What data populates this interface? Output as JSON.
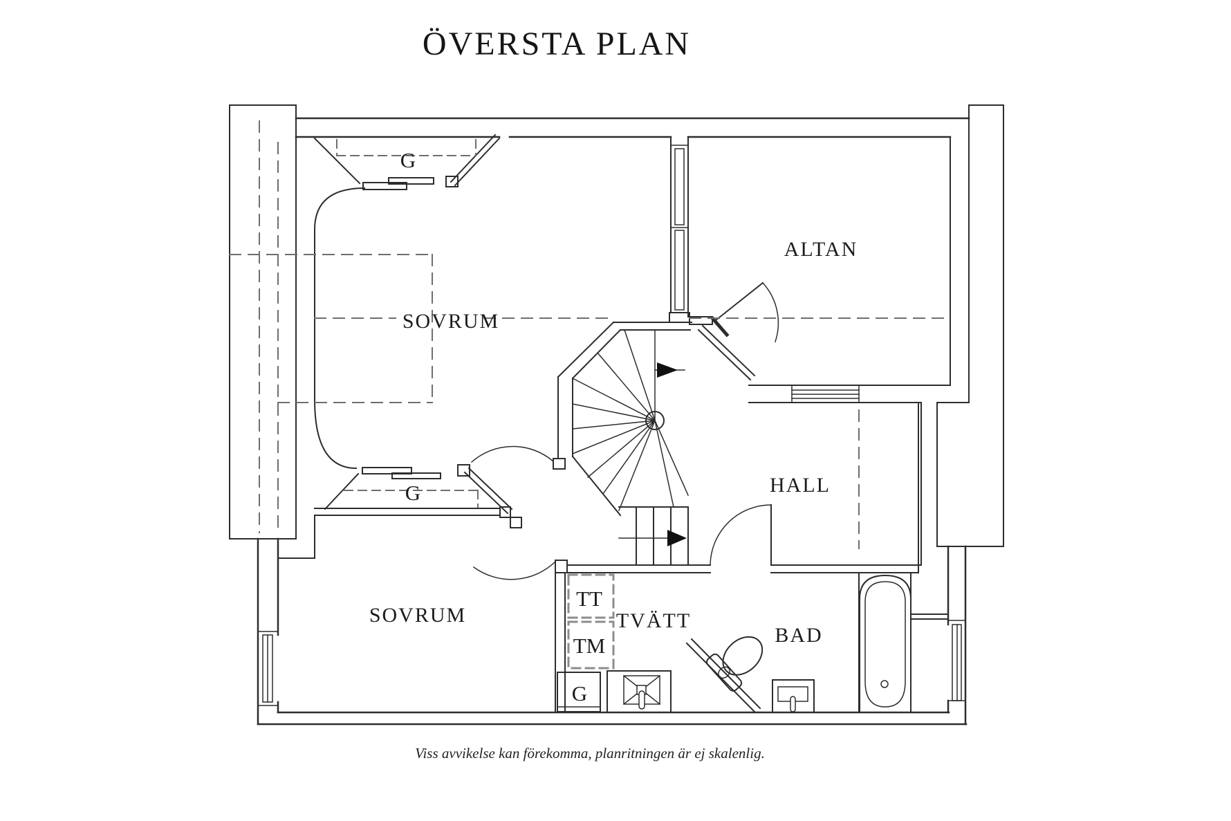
{
  "page": {
    "title": "ÖVERSTA PLAN",
    "caption": "Viss avvikelse kan förekomma, planritningen är ej skalenlig."
  },
  "plan": {
    "rooms": [
      {
        "name": "bedroom-upper",
        "label": "SOVRUM"
      },
      {
        "name": "balcony",
        "label": "ALTAN"
      },
      {
        "name": "hallway",
        "label": "HALL"
      },
      {
        "name": "bedroom-lower",
        "label": "SOVRUM"
      },
      {
        "name": "laundry",
        "label": "TVÄTT"
      },
      {
        "name": "bathroom",
        "label": "BAD"
      }
    ],
    "closets": [
      {
        "name": "wardrobe-upper",
        "label": "G"
      },
      {
        "name": "wardrobe-lower",
        "label": "G"
      },
      {
        "name": "tumble-dryer",
        "label": "TT"
      },
      {
        "name": "washing-machine",
        "label": "TM"
      },
      {
        "name": "cabinet",
        "label": "G"
      }
    ],
    "colors": {
      "wall_line": "#2d2d2d",
      "dashed_line": "#6e6e6e",
      "closet_dashed": "#8c8c8c",
      "background": "#ffffff"
    }
  }
}
